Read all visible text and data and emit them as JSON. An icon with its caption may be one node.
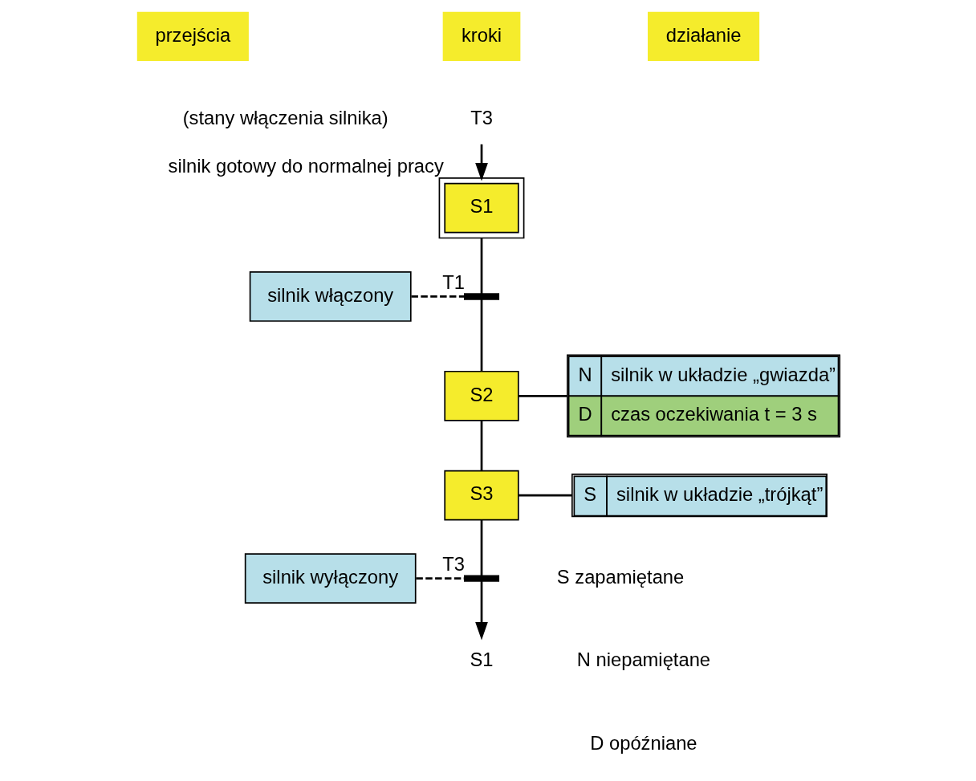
{
  "diagram": {
    "nodes": [
      {
        "text": [
          "przejścia"
        ]
      },
      {
        "text": [
          "kroki"
        ]
      },
      {
        "text": [
          "działanie"
        ]
      },
      {
        "text": [
          "T3"
        ]
      },
      {
        "text": [
          "S1"
        ],
        "beside": [
          "silnik gotowy do normalnej pracy"
        ]
      },
      {
        "text": [
          "silnik włączony"
        ]
      },
      {
        "text": [],
        "shape": "bar",
        "beside": [
          "T1"
        ]
      },
      {
        "text": [
          "S2"
        ]
      },
      {
        "text": [
          "N",
          "silnik w układzie „gwiazda”",
          "D",
          "czas oczekiwania t = 3 s"
        ]
      },
      {
        "text": [
          "S3"
        ]
      },
      {
        "text": [
          "S",
          "silnik w układzie „trójkąt”"
        ]
      },
      {
        "text": [
          "silnik wyłączony"
        ]
      },
      {
        "text": [],
        "shape": "bar",
        "beside": [
          "T3"
        ]
      },
      {
        "text": [
          "S1"
        ]
      }
    ],
    "edges": [
      {
        "from": 3,
        "to": 4,
        "arrow": "to"
      },
      {
        "from": 4,
        "to": 6,
        "arrow": "none"
      },
      {
        "from": 6,
        "to": 7,
        "arrow": "none"
      },
      {
        "from": 5,
        "to": 6,
        "arrow": "none",
        "style": "dashed"
      },
      {
        "from": 7,
        "to": 8,
        "arrow": "none"
      },
      {
        "from": 7,
        "to": 9,
        "arrow": "none"
      },
      {
        "from": 9,
        "to": 10,
        "arrow": "none"
      },
      {
        "from": 9,
        "to": 12,
        "arrow": "none"
      },
      {
        "from": 11,
        "to": 12,
        "arrow": "none",
        "style": "dashed"
      },
      {
        "from": 12,
        "to": 13,
        "arrow": "to"
      }
    ],
    "labels": [
      "(stany włączenia silnika)",
      "S zapamiętane",
      "N niepamiętane",
      "D opóźniane"
    ]
  }
}
